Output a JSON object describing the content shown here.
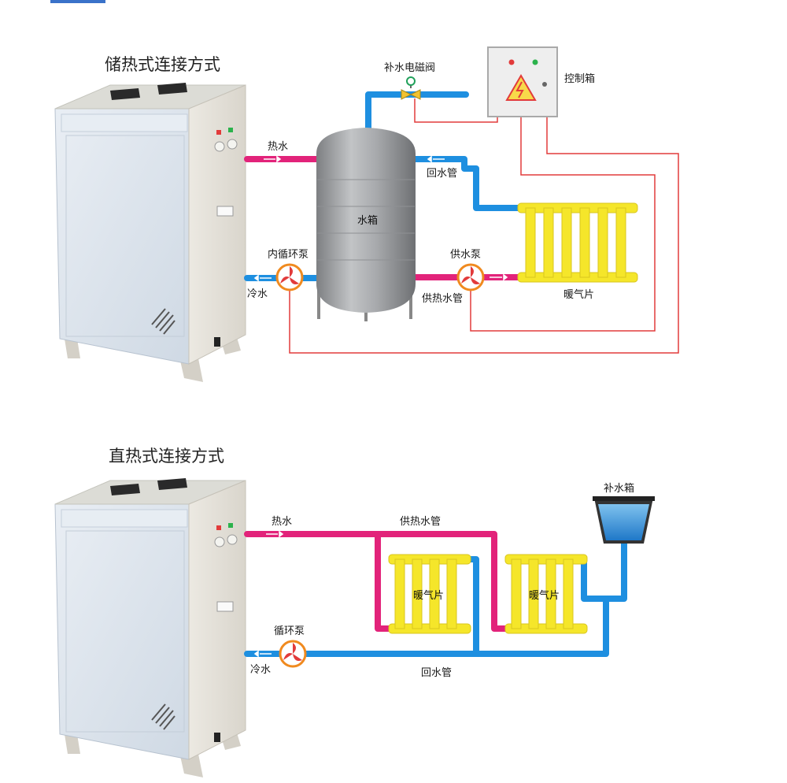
{
  "top": {
    "title": "储热式连接方式",
    "labels": {
      "hot_water": "热水",
      "cold_water": "冷水",
      "inner_pump": "内循环泵",
      "tank": "水箱",
      "makeup_valve": "补水电磁阀",
      "control_box": "控制箱",
      "return_pipe": "回水管",
      "supply_pump": "供水泵",
      "heat_supply_pipe": "供热水管",
      "radiator": "暖气片"
    }
  },
  "bottom": {
    "title": "直热式连接方式",
    "labels": {
      "hot_water": "热水",
      "cold_water": "冷水",
      "pump": "循环泵",
      "heat_supply_pipe": "供热水管",
      "return_pipe": "回水管",
      "radiator_1": "暖气片",
      "radiator_2": "暖气片",
      "makeup_tank": "补水箱"
    }
  },
  "colors": {
    "hot_pipe": "#e2237a",
    "cold_pipe": "#1e8fe0",
    "radiator": "#f5e62a",
    "wiring": "#e23b3b",
    "tank": "#a5a7aa",
    "boiler_front": "#dfe7ef",
    "boiler_side": "#e6e3dc"
  }
}
